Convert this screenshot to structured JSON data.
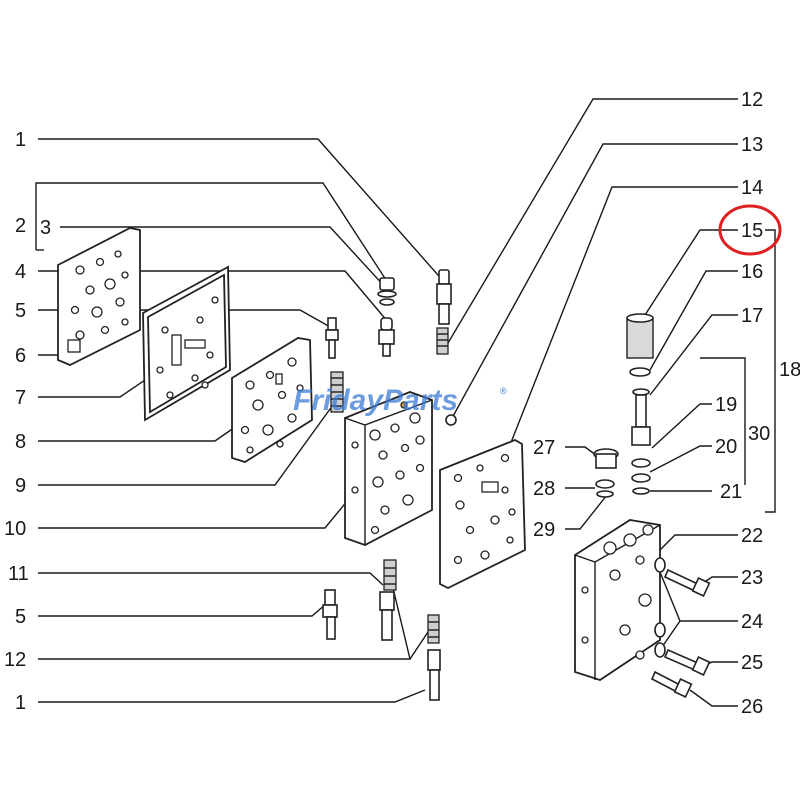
{
  "watermark": {
    "text": "FridayParts",
    "color": "#3a7bd5",
    "mark": "®"
  },
  "highlight": {
    "target": "15",
    "color": "#e02020"
  },
  "labels": {
    "l1a": "1",
    "l2": "2",
    "l3": "3",
    "l4": "4",
    "l5a": "5",
    "l6": "6",
    "l7": "7",
    "l8": "8",
    "l9": "9",
    "l10": "10",
    "l11": "11",
    "l5b": "5",
    "l12a": "12",
    "l1b": "1",
    "l12b": "12",
    "l13": "13",
    "l14": "14",
    "l15": "15",
    "l16": "16",
    "l17": "17",
    "l18": "18",
    "l19": "19",
    "l30": "30",
    "l20": "20",
    "l21": "21",
    "l27": "27",
    "l28": "28",
    "l29": "29",
    "l22": "22",
    "l23": "23",
    "l24": "24",
    "l25": "25",
    "l26": "26"
  }
}
